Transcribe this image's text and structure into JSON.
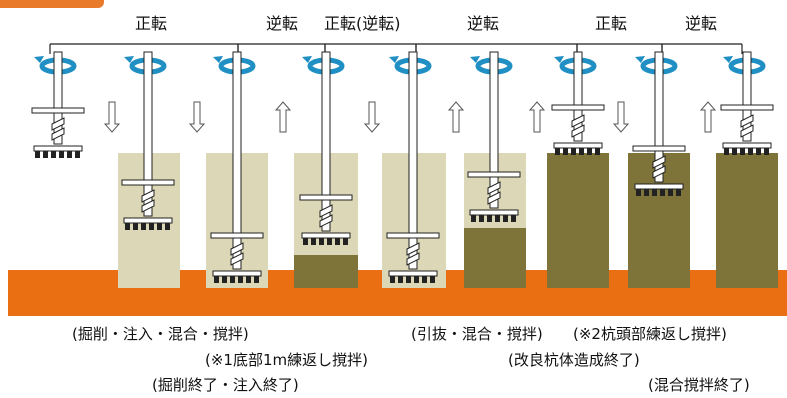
{
  "rotation_labels": {
    "forward_1": "正転",
    "reverse_1": "逆転",
    "forward_reverse": "正転(逆転)",
    "reverse_2": "逆転",
    "forward_2": "正転",
    "reverse_3": "逆転"
  },
  "captions": {
    "excavation": "(掘削・注入・混合・撹拌)",
    "bottom_repeat": "(※1底部1m練返し撹拌)",
    "excavation_end": "(掘削終了・注入終了)",
    "withdraw": "(引抜・混合・撹拌)",
    "head_repeat": "(※2杭頭部練返し撹拌)",
    "body_complete": "(改良杭体造成終了)",
    "mix_complete": "(混合撹拌終了)"
  },
  "colors": {
    "orange_layer": "#e96f12",
    "raw_soil": "#dcd7b6",
    "improved_soil": "#7e7339",
    "rotation_arrow": "#1f8fc4",
    "auger": "#ffffff",
    "outline": "#222222"
  },
  "stages": [
    {
      "name": "start"
    },
    {
      "name": "drilling"
    },
    {
      "name": "bottom-reached"
    },
    {
      "name": "bottom-repeat"
    },
    {
      "name": "bottom-down"
    },
    {
      "name": "withdraw"
    },
    {
      "name": "head-reached"
    },
    {
      "name": "head-repeat"
    },
    {
      "name": "complete"
    }
  ]
}
